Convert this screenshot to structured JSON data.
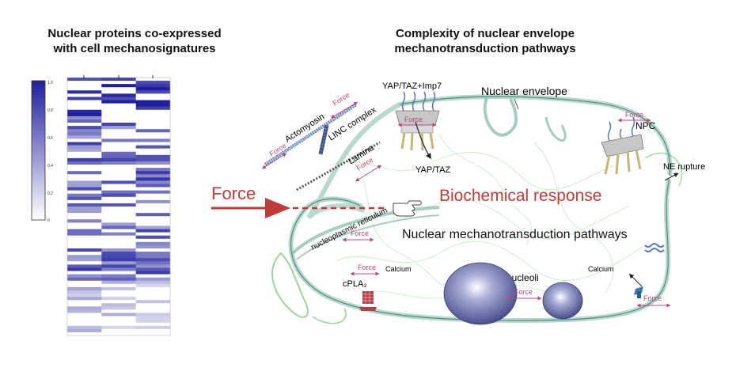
{
  "left_panel": {
    "title_line1": "Nuclear proteins co-expressed",
    "title_line2": "with cell mechanosignatures",
    "colorbar_ticks": [
      "1.0",
      "0.8",
      "0.6",
      "0.4",
      "0.2",
      "0"
    ]
  },
  "right_panel": {
    "title_line1": "Complexity of nuclear envelope",
    "title_line2": "mechanotransduction pathways",
    "labels": {
      "force_main": "Force",
      "biochemical_response": "Biochemical response",
      "pathways": "Nuclear mechanotransduction pathways",
      "yap_imp7": "YAP/TAZ+Imp7",
      "yap_taz": "YAP/TAZ",
      "nuclear_envelope": "Nuclear envelope",
      "npc": "NPC",
      "ne_rupture": "NE rupture",
      "actomyosin": "Actomyosin",
      "linc_complex": "LINC complex",
      "lamina": "Lamina",
      "nucleoplasmic_reticulum": "nucleoplasmic reticulum",
      "calcium_left": "Calcium",
      "calcium_right": "Calcium",
      "cpla2": "cPLA₂",
      "nucleoli": "nucleoli",
      "force_small": "Force"
    }
  },
  "colors": {
    "heat_max": "#1e1e9e",
    "force_red": "#c23b3b",
    "force_pink": "#c0447a",
    "membrane": "#7fb8a8",
    "nucleolus": "#5a5f9c"
  }
}
